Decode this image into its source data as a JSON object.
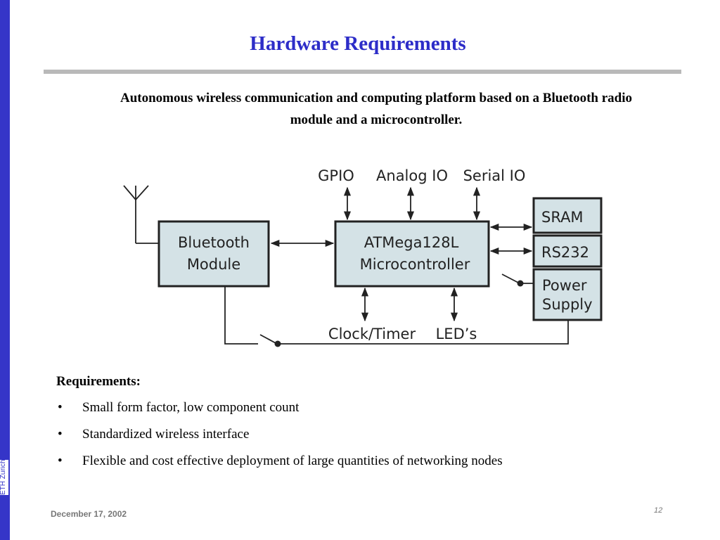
{
  "sidebar": {
    "label": "ETH Zurich"
  },
  "title": "Hardware Requirements",
  "subtitle_line1": "Autonomous wireless communication and computing platform based on a Bluetooth radio",
  "subtitle_line2": "module and a microcontroller.",
  "diagram": {
    "bluetooth_line1": "Bluetooth",
    "bluetooth_line2": "Module",
    "mcu_line1": "ATMega128L",
    "mcu_line2": "Microcontroller",
    "sram": "SRAM",
    "rs232": "RS232",
    "power_line1": "Power",
    "power_line2": "Supply",
    "gpio": "GPIO",
    "analog_io": "Analog IO",
    "serial_io": "Serial IO",
    "clock_timer": "Clock/Timer",
    "leds": "LED’s"
  },
  "requirements": {
    "heading": "Requirements:",
    "bullet": "•",
    "items": [
      "Small form factor, low component count",
      "Standardized wireless interface",
      "Flexible and cost effective deployment of large quantities of networking nodes"
    ]
  },
  "footer": {
    "date": "December 17, 2002",
    "page": "12"
  },
  "colors": {
    "accent": "#3535c8",
    "title": "#2d2dc8",
    "box_fill": "#d4e2e6",
    "rule": "#b9b9b9"
  }
}
